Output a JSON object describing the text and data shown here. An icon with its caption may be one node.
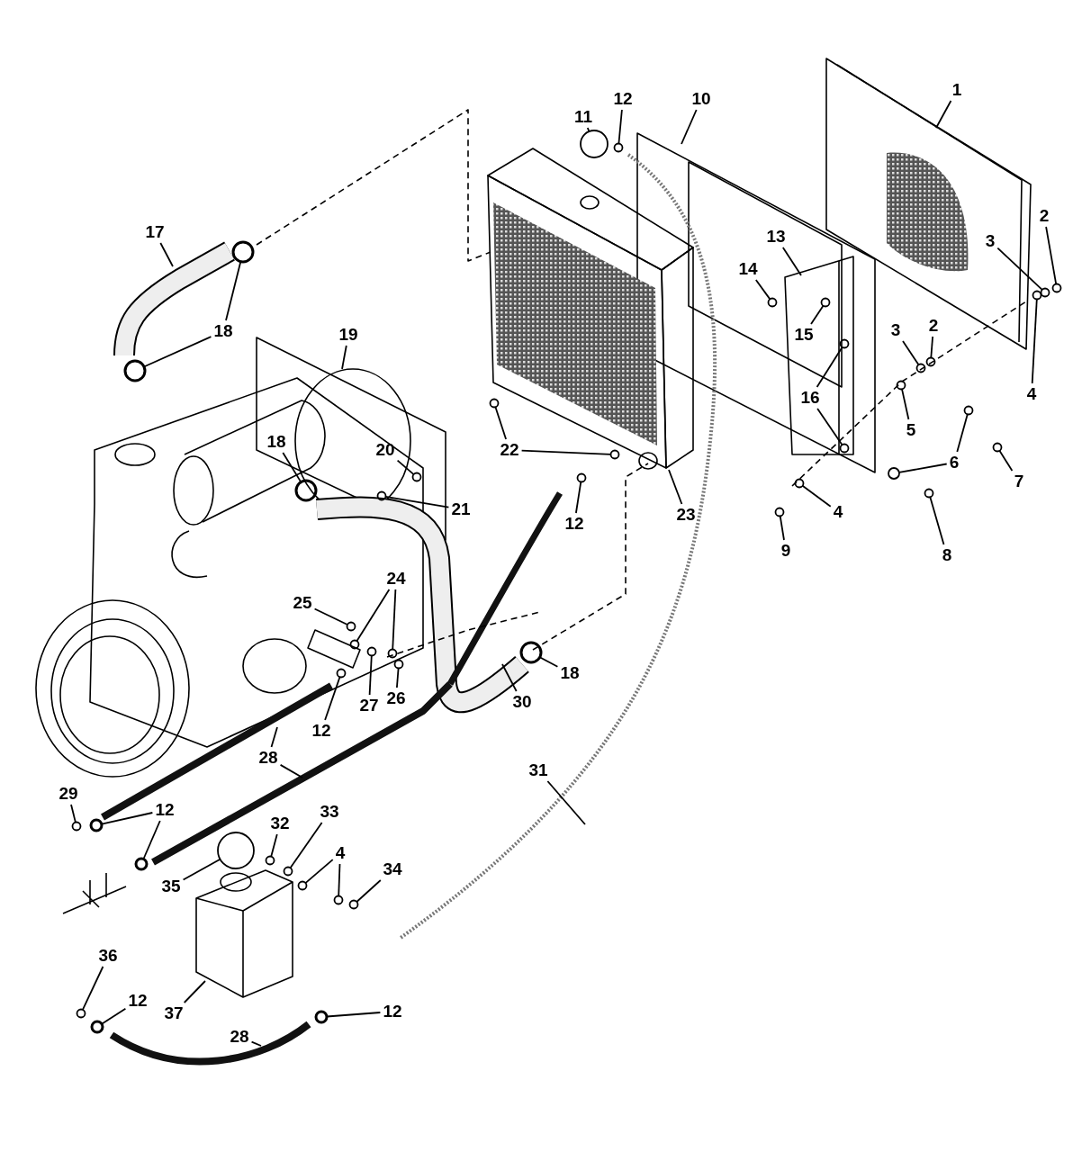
{
  "diagram": {
    "nodes": [
      {
        "text": [
          "1"
        ]
      },
      {
        "text": [
          "10"
        ]
      },
      {
        "text": [
          "12"
        ]
      },
      {
        "text": [
          "11"
        ]
      },
      {
        "text": [
          "2"
        ]
      },
      {
        "text": [
          "17"
        ]
      },
      {
        "text": [
          "13"
        ]
      },
      {
        "text": [
          "3"
        ]
      },
      {
        "text": [
          "14"
        ]
      },
      {
        "text": [
          "15"
        ]
      },
      {
        "text": [
          "2"
        ]
      },
      {
        "text": [
          "3"
        ]
      },
      {
        "text": [
          "18"
        ]
      },
      {
        "text": [
          "19"
        ]
      },
      {
        "text": [
          "16"
        ]
      },
      {
        "text": [
          "4"
        ]
      },
      {
        "text": [
          "5"
        ]
      },
      {
        "text": [
          "18"
        ]
      },
      {
        "text": [
          "20"
        ]
      },
      {
        "text": [
          "22"
        ]
      },
      {
        "text": [
          "6"
        ]
      },
      {
        "text": [
          "23"
        ]
      },
      {
        "text": [
          "7"
        ]
      },
      {
        "text": [
          "21"
        ]
      },
      {
        "text": [
          "4"
        ]
      },
      {
        "text": [
          "12"
        ]
      },
      {
        "text": [
          "9"
        ]
      },
      {
        "text": [
          "8"
        ]
      },
      {
        "text": [
          "24"
        ]
      },
      {
        "text": [
          "25"
        ]
      },
      {
        "text": [
          "18"
        ]
      },
      {
        "text": [
          "26"
        ]
      },
      {
        "text": [
          "27"
        ]
      },
      {
        "text": [
          "30"
        ]
      },
      {
        "text": [
          "12"
        ]
      },
      {
        "text": [
          "28"
        ]
      },
      {
        "text": [
          "31"
        ]
      },
      {
        "text": [
          "29"
        ]
      },
      {
        "text": [
          "12"
        ]
      },
      {
        "text": [
          "33"
        ]
      },
      {
        "text": [
          "32"
        ]
      },
      {
        "text": [
          "4"
        ]
      },
      {
        "text": [
          "34"
        ]
      },
      {
        "text": [
          "35"
        ]
      },
      {
        "text": [
          "36"
        ]
      },
      {
        "text": [
          "12"
        ]
      },
      {
        "text": [
          "37"
        ]
      },
      {
        "text": [
          "28"
        ]
      },
      {
        "text": [
          "12"
        ]
      },
      {
        "text": [],
        "shape": "circle"
      },
      {
        "text": [],
        "shape": "circle"
      },
      {
        "text": [],
        "shape": "circle"
      },
      {
        "text": [],
        "shape": "circle"
      },
      {
        "text": [],
        "shape": "circle"
      },
      {
        "text": [],
        "shape": "circle"
      },
      {
        "text": [],
        "shape": "circle"
      },
      {
        "text": [],
        "shape": "circle"
      },
      {
        "text": [],
        "shape": "circle"
      },
      {
        "text": [],
        "shape": "circle"
      },
      {
        "text": [],
        "shape": "circle"
      },
      {
        "text": [],
        "shape": "circle"
      },
      {
        "text": [],
        "shape": "circle"
      },
      {
        "text": [],
        "shape": "circle"
      },
      {
        "text": [],
        "shape": "circle"
      },
      {
        "text": [],
        "shape": "circle"
      },
      {
        "text": [],
        "shape": "circle"
      },
      {
        "text": [],
        "shape": "circle"
      },
      {
        "text": [],
        "shape": "circle"
      },
      {
        "text": [],
        "shape": "circle"
      },
      {
        "text": [],
        "shape": "circle"
      },
      {
        "text": [],
        "shape": "circle"
      },
      {
        "text": [],
        "shape": "circle"
      },
      {
        "text": [],
        "shape": "circle"
      },
      {
        "text": [],
        "shape": "circle"
      },
      {
        "text": [],
        "shape": "circle"
      },
      {
        "text": [],
        "shape": "circle"
      },
      {
        "text": [],
        "shape": "circle"
      },
      {
        "text": [],
        "shape": "circle"
      },
      {
        "text": [],
        "shape": "circle"
      },
      {
        "text": [],
        "shape": "circle"
      },
      {
        "text": [],
        "shape": "circle"
      },
      {
        "text": [],
        "shape": "circle"
      },
      {
        "text": [],
        "shape": "circle"
      },
      {
        "text": [],
        "shape": "circle"
      },
      {
        "text": [],
        "shape": "circle"
      },
      {
        "text": [],
        "shape": "circle"
      },
      {
        "text": [],
        "shape": "circle"
      },
      {
        "text": [],
        "shape": "circle"
      },
      {
        "text": [],
        "shape": "circle"
      },
      {
        "text": [],
        "shape": "circle"
      },
      {
        "text": [],
        "shape": "circle"
      },
      {
        "text": [],
        "shape": "circle"
      },
      {
        "text": [],
        "shape": "circle"
      },
      {
        "text": [],
        "shape": "circle"
      }
    ],
    "edges": [
      {
        "from": 0,
        "to": null,
        "arrow": "none"
      },
      {
        "from": 1,
        "to": null,
        "arrow": "none"
      },
      {
        "from": 2,
        "to": 49,
        "arrow": "none"
      },
      {
        "from": 3,
        "to": 50,
        "arrow": "none"
      },
      {
        "from": 4,
        "to": 51,
        "arrow": "none"
      },
      {
        "from": 5,
        "to": null,
        "arrow": "none"
      },
      {
        "from": 6,
        "to": null,
        "arrow": "none"
      },
      {
        "from": 7,
        "to": 52,
        "arrow": "none"
      },
      {
        "from": 8,
        "to": 53,
        "arrow": "none"
      },
      {
        "from": 9,
        "to": 54,
        "arrow": "none"
      },
      {
        "from": 10,
        "to": 55,
        "arrow": "none"
      },
      {
        "from": 11,
        "to": 56,
        "arrow": "none"
      },
      {
        "from": 12,
        "to": 57,
        "arrow": "none"
      },
      {
        "from": 12,
        "to": 58,
        "arrow": "none"
      },
      {
        "from": 13,
        "to": null,
        "arrow": "none"
      },
      {
        "from": 14,
        "to": 59,
        "arrow": "none"
      },
      {
        "from": 14,
        "to": 60,
        "arrow": "none"
      },
      {
        "from": 15,
        "to": 61,
        "arrow": "none"
      },
      {
        "from": 16,
        "to": 62,
        "arrow": "none"
      },
      {
        "from": 17,
        "to": 63,
        "arrow": "none"
      },
      {
        "from": 18,
        "to": 64,
        "arrow": "none"
      },
      {
        "from": 19,
        "to": 65,
        "arrow": "none"
      },
      {
        "from": 19,
        "to": 66,
        "arrow": "none"
      },
      {
        "from": 20,
        "to": 67,
        "arrow": "none"
      },
      {
        "from": 20,
        "to": 68,
        "arrow": "none"
      },
      {
        "from": 21,
        "to": null,
        "arrow": "none"
      },
      {
        "from": 22,
        "to": 69,
        "arrow": "none"
      },
      {
        "from": 23,
        "to": 70,
        "arrow": "none"
      },
      {
        "from": 24,
        "to": 71,
        "arrow": "none"
      },
      {
        "from": 25,
        "to": 72,
        "arrow": "none"
      },
      {
        "from": 26,
        "to": 73,
        "arrow": "none"
      },
      {
        "from": 27,
        "to": 74,
        "arrow": "none"
      },
      {
        "from": 28,
        "to": 75,
        "arrow": "none"
      },
      {
        "from": 28,
        "to": 76,
        "arrow": "none"
      },
      {
        "from": 29,
        "to": 77,
        "arrow": "none"
      },
      {
        "from": 30,
        "to": 78,
        "arrow": "none"
      },
      {
        "from": 31,
        "to": 79,
        "arrow": "none"
      },
      {
        "from": 32,
        "to": 80,
        "arrow": "none"
      },
      {
        "from": 33,
        "to": null,
        "arrow": "none"
      },
      {
        "from": 34,
        "to": 81,
        "arrow": "none"
      },
      {
        "from": 35,
        "to": null,
        "arrow": "none"
      },
      {
        "from": 35,
        "to": null,
        "arrow": "none"
      },
      {
        "from": 36,
        "to": null,
        "arrow": "none"
      },
      {
        "from": 37,
        "to": 82,
        "arrow": "none"
      },
      {
        "from": 38,
        "to": 83,
        "arrow": "none"
      },
      {
        "from": 38,
        "to": 84,
        "arrow": "none"
      },
      {
        "from": 39,
        "to": 85,
        "arrow": "none"
      },
      {
        "from": 40,
        "to": 86,
        "arrow": "none"
      },
      {
        "from": 41,
        "to": 87,
        "arrow": "none"
      },
      {
        "from": 41,
        "to": 88,
        "arrow": "none"
      },
      {
        "from": 42,
        "to": 89,
        "arrow": "none"
      },
      {
        "from": 43,
        "to": 90,
        "arrow": "none"
      },
      {
        "from": 44,
        "to": 91,
        "arrow": "none"
      },
      {
        "from": 45,
        "to": 92,
        "arrow": "none"
      },
      {
        "from": 46,
        "to": null,
        "arrow": "none"
      },
      {
        "from": 47,
        "to": null,
        "arrow": "none"
      },
      {
        "from": 48,
        "to": 93,
        "arrow": "none"
      }
    ]
  }
}
